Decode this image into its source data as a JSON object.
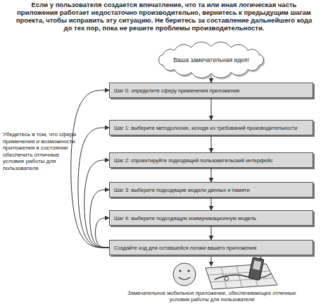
{
  "diagram": {
    "title": "Если у пользователя создается впечатление, что та или иная логическая часть приложения работает недостаточно производительно, вернитесь к предыдущим шагам проекта, чтобы исправить эту ситуацию. Не беритесь за составление дальнейшего кода до тех пор, пока не решите проблемы производительности.",
    "caption": "Замечательное мобильное приложение, обеспечивающее отличные условия работы для пользователя",
    "nodes": [
      {
        "text": [
          "Ваша замечательная идея!"
        ]
      },
      {
        "text": [
          "Шаг 0: определите сферу применения приложения"
        ]
      },
      {
        "text": [
          "Шаг 1: выберите методологию, исходя из требований производительности"
        ]
      },
      {
        "text": [
          "Шаг 2: спроектируйте подходящий пользовательский интерфейс"
        ]
      },
      {
        "text": [
          "Шаг 3: выберите подходящие модели данных и памяти"
        ]
      },
      {
        "text": [
          "Шаг 4: выберите подходящую коммуникационную модель"
        ]
      },
      {
        "text": [
          "Создайте код для оставшейся логики вашего приложения"
        ]
      }
    ],
    "edges": [
      {
        "from": 0,
        "to": 1,
        "arrow": "to"
      },
      {
        "from": 1,
        "to": 2,
        "arrow": "to"
      },
      {
        "from": 2,
        "to": 3,
        "arrow": "to"
      },
      {
        "from": 3,
        "to": 4,
        "arrow": "to"
      },
      {
        "from": 4,
        "to": 5,
        "arrow": "to"
      },
      {
        "from": 5,
        "to": 6,
        "arrow": "to"
      },
      {
        "from": 6,
        "to": 1,
        "arrow": "to"
      },
      {
        "from": 6,
        "to": 2,
        "arrow": "to"
      },
      {
        "from": 6,
        "to": 3,
        "arrow": "to"
      },
      {
        "from": 6,
        "to": 4,
        "arrow": "to"
      },
      {
        "from": 6,
        "to": 5,
        "arrow": "to"
      }
    ],
    "labels": [
      "Убедитесь в том, что сфера применения и возможности приложения в состоянии обеспечить отличные условия работы для пользователя"
    ]
  }
}
